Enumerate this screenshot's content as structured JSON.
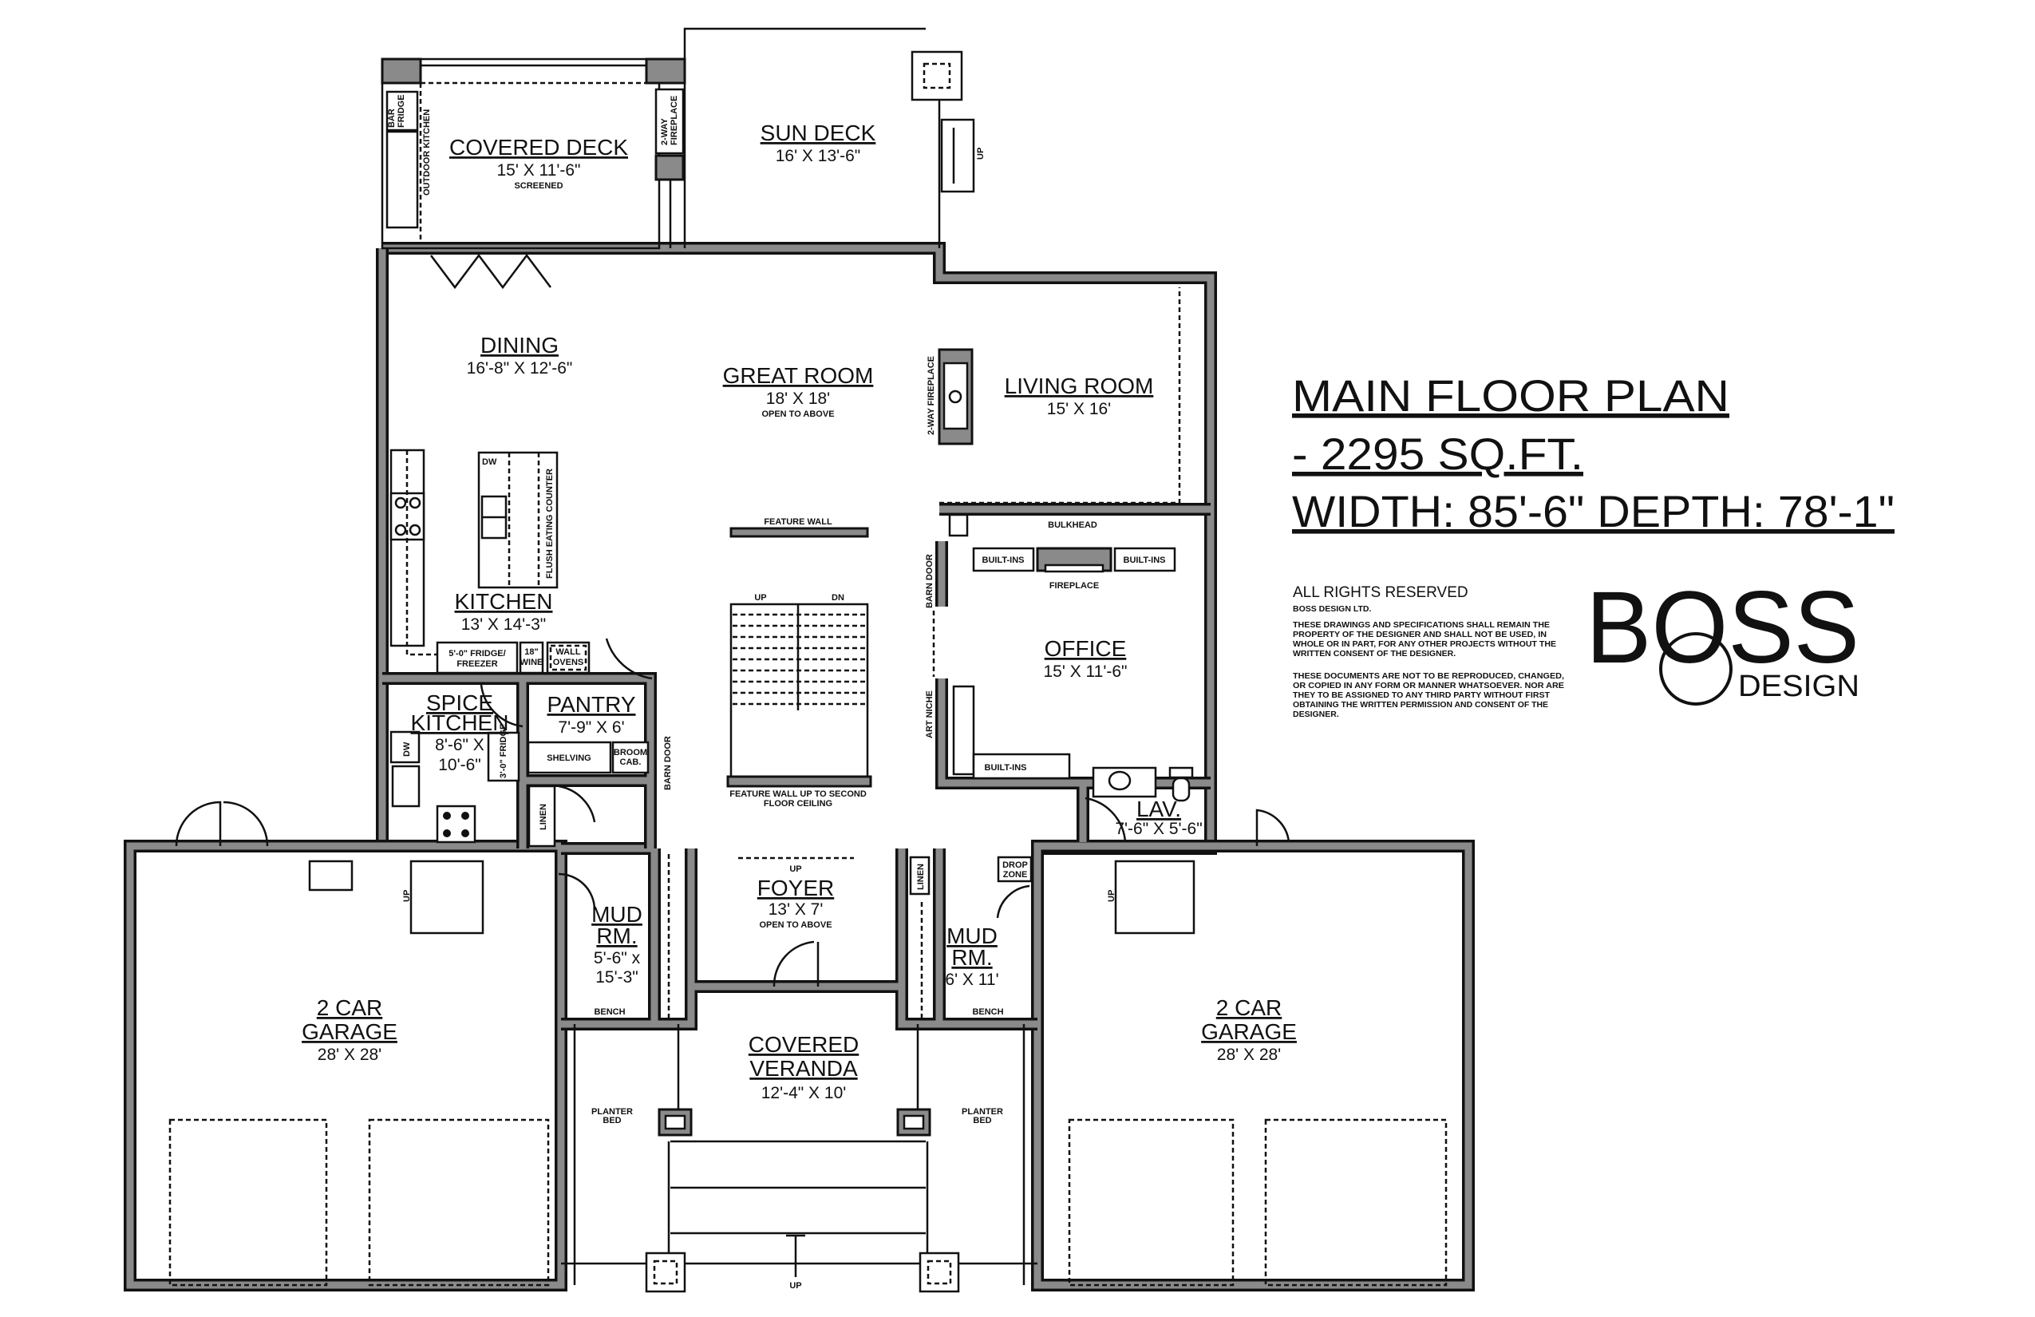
{
  "title": {
    "line1": "MAIN FLOOR PLAN",
    "line2": "- 2295 SQ.FT.",
    "line3": "WIDTH: 85'-6\" DEPTH: 78'-1\""
  },
  "rights": {
    "heading": "ALL RIGHTS RESERVED",
    "company": "BOSS DESIGN LTD.",
    "para1": [
      "THESE DRAWINGS AND SPECIFICATIONS SHALL REMAIN THE",
      "PROPERTY OF THE DESIGNER AND SHALL NOT BE USED, IN",
      "WHOLE OR IN PART, FOR ANY OTHER PROJECTS WITHOUT THE",
      "WRITTEN CONSENT OF THE DESIGNER."
    ],
    "para2": [
      "THESE DOCUMENTS ARE NOT TO BE REPRODUCED, CHANGED,",
      "OR COPIED IN ANY FORM OR MANNER WHATSOEVER. NOR ARE",
      "THEY TO BE ASSIGNED TO ANY THIRD PARTY WITHOUT FIRST",
      "OBTAINING THE WRITTEN PERMISSION AND CONSENT OF THE",
      "DESIGNER."
    ]
  },
  "logo": {
    "main": "BOSS",
    "sub": "DESIGN"
  },
  "rooms": [
    {
      "name": "COVERED DECK",
      "dims": "15' X 11'-6\"",
      "note": "SCREENED"
    },
    {
      "name": "SUN DECK",
      "dims": "16' X 13'-6\""
    },
    {
      "name": "DINING",
      "dims": "16'-8\" X 12'-6\""
    },
    {
      "name": "GREAT ROOM",
      "dims": "18' X 18'",
      "note": "OPEN TO ABOVE"
    },
    {
      "name": "LIVING ROOM",
      "dims": "15' X 16'"
    },
    {
      "name": "KITCHEN",
      "dims": "13' X 14'-3\""
    },
    {
      "name": [
        "SPICE",
        "KITCHEN"
      ],
      "dims": [
        "8'-6\" X",
        "10'-6\""
      ]
    },
    {
      "name": "PANTRY",
      "dims": "7'-9\" X 6'"
    },
    {
      "name": "OFFICE",
      "dims": "15' X 11'-6\""
    },
    {
      "name": "LAV.",
      "dims": "7'-6\" X 5'-6\""
    },
    {
      "name": "FOYER",
      "dims": "13' X 7'",
      "note": "OPEN TO ABOVE"
    },
    {
      "name": [
        "MUD",
        "RM."
      ],
      "dims": [
        "5'-6\" x",
        "15'-3\""
      ]
    },
    {
      "name": [
        "MUD",
        "RM."
      ],
      "dims": [
        "6' X 11'"
      ]
    },
    {
      "name": [
        "COVERED",
        "VERANDA"
      ],
      "dims": "12'-4\" X 10'"
    },
    {
      "name": [
        "2 CAR",
        "GARAGE"
      ],
      "dims": "28' X 28'"
    },
    {
      "name": [
        "2 CAR",
        "GARAGE"
      ],
      "dims": "28' X 28'"
    }
  ],
  "labels": {
    "outdoor_kitchen": "OUTDOOR KITCHEN",
    "bar_fridge": [
      "BAR",
      "FRIDGE"
    ],
    "deck_fireplace": [
      "2-WAY",
      "FIREPLACE"
    ],
    "sun_deck_up": "UP",
    "great_fireplace": "2-WAY FIREPLACE",
    "island_dw": "DW",
    "flush_counter": "FLUSH EATING COUNTER",
    "fridge_freezer": [
      "5'-0\" FRIDGE/",
      "FREEZER"
    ],
    "wine": [
      "18\"",
      "WINE"
    ],
    "wall_ovens": [
      "WALL",
      "OVENS"
    ],
    "spice_dw": "DW",
    "spice_fridge": "3'-0\" FRIDGE",
    "shelving": "SHELVING",
    "broom": [
      "BROOM",
      "CAB."
    ],
    "pantry_barn_door": "BARN DOOR",
    "linen_left": "LINEN",
    "feature_wall": "FEATURE WALL",
    "stair_up": "UP",
    "stair_dn": "DN",
    "feature_wall_2": [
      "FEATURE WALL UP TO SECOND",
      "FLOOR CEILING"
    ],
    "bulkhead": "BULKHEAD",
    "built_ins_1": "BUILT-INS",
    "built_ins_2": "BUILT-INS",
    "fireplace": "FIREPLACE",
    "office_barn_door": "BARN DOOR",
    "art_niche": "ART NICHE",
    "built_ins_3": "BUILT-INS",
    "foyer_up": "UP",
    "linen_right": "LINEN",
    "drop_zone": [
      "DROP",
      "ZONE"
    ],
    "bench_left": "BENCH",
    "bench_right": "BENCH",
    "planter_left": [
      "PLANTER",
      "BED"
    ],
    "planter_right": [
      "PLANTER",
      "BED"
    ],
    "garage_up_left": "UP",
    "garage_up_right": "UP",
    "veranda_up": "UP"
  },
  "colors": {
    "wall_fill": "#8a8a8a",
    "line": "#111111",
    "background": "#ffffff"
  }
}
